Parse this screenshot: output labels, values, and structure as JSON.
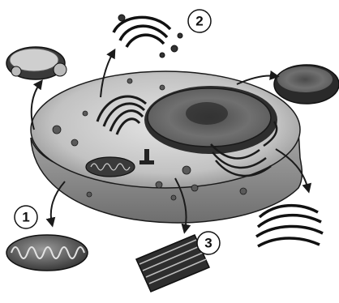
{
  "labels": [
    {
      "id": "callout-1",
      "text": "1"
    },
    {
      "id": "callout-2",
      "text": "2"
    },
    {
      "id": "callout-3",
      "text": "3"
    }
  ],
  "colors": {
    "background": "#ffffff",
    "cell_light": "#d6d6d6",
    "cell_mid": "#9a9a9a",
    "cell_dark": "#3c3c3c",
    "outline": "#1a1a1a"
  },
  "icons": [
    "arrow-icon"
  ]
}
